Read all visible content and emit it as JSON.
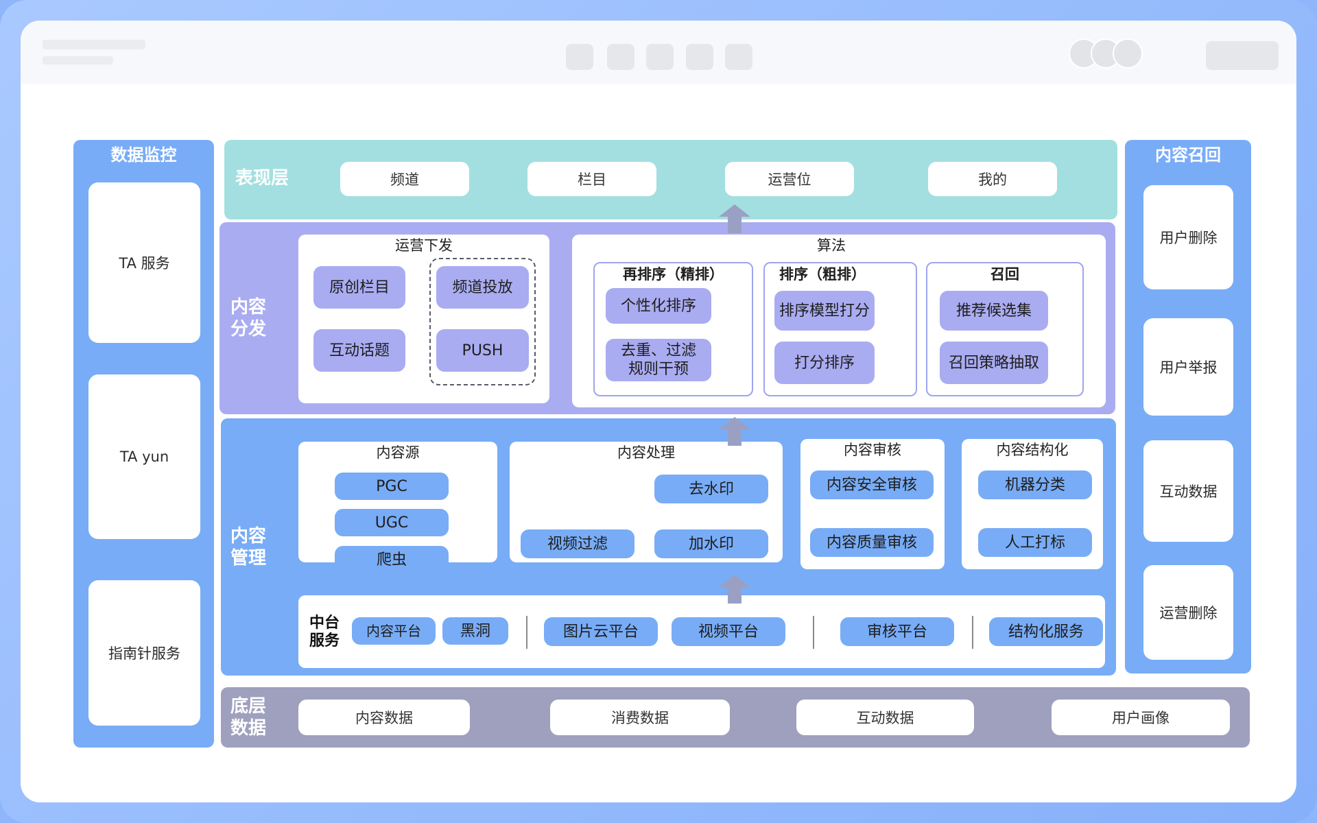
{
  "colors": {
    "frame": "#8fb6fb",
    "side_blue": "#78acf6",
    "presentation_teal": "#a3dfe0",
    "distribution_purple": "#aaacf1",
    "management_blue": "#78acf6",
    "data_gray": "#9fa0bd",
    "arrow": "#9aa0c4"
  },
  "monitor": {
    "title": "数据监控",
    "items": [
      "TA 服务",
      "TA yun",
      "指南针服务"
    ]
  },
  "recall_panel": {
    "title": "内容召回",
    "items": [
      "用户删除",
      "用户举报",
      "互动数据",
      "运营删除"
    ]
  },
  "presentation": {
    "label": "表现层",
    "items": [
      "频道",
      "栏目",
      "运营位",
      "我的"
    ]
  },
  "distribution": {
    "label": "内容分发",
    "ops": {
      "title": "运营下发",
      "left": [
        "原创栏目",
        "互动话题"
      ],
      "dashed": [
        "频道投放",
        "PUSH"
      ]
    },
    "algo": {
      "title": "算法",
      "rerank": {
        "title": "再排序（精排）",
        "items": [
          "个性化排序",
          "去重、过滤规则干预"
        ]
      },
      "rank": {
        "title": "排序（粗排）",
        "items": [
          "排序模型打分",
          "打分排序"
        ]
      },
      "recall": {
        "title": "召回",
        "items": [
          "推荐候选集",
          "召回策略抽取"
        ]
      }
    }
  },
  "management": {
    "label": "内容管理",
    "source": {
      "title": "内容源",
      "items": [
        "PGC",
        "UGC",
        "爬虫"
      ]
    },
    "process": {
      "title": "内容处理",
      "items": [
        "去水印",
        "视频过滤",
        "加水印"
      ]
    },
    "review": {
      "title": "内容审核",
      "items": [
        "内容安全审核",
        "内容质量审核"
      ]
    },
    "structure": {
      "title": "内容结构化",
      "items": [
        "机器分类",
        "人工打标"
      ]
    },
    "platform": {
      "title": "中台服务",
      "items": [
        "内容平台",
        "黑洞",
        "图片云平台",
        "视频平台",
        "审核平台",
        "结构化服务"
      ]
    }
  },
  "base_data": {
    "label": "底层数据",
    "items": [
      "内容数据",
      "消费数据",
      "互动数据",
      "用户画像"
    ]
  }
}
